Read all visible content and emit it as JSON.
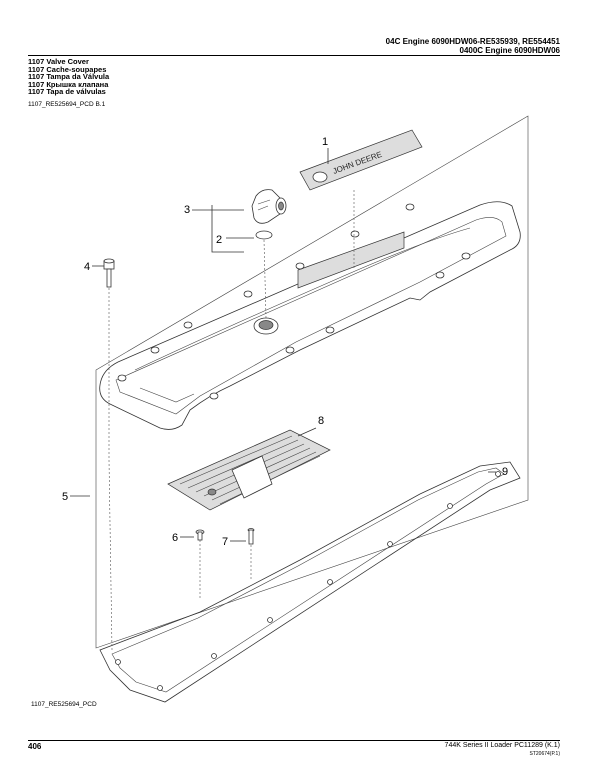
{
  "header": {
    "line1": "04C Engine 6090HDW06-RE535939, RE554451",
    "line2": "0400C Engine 6090HDW06"
  },
  "titles": [
    "1107 Valve Cover",
    "1107 Cache-soupapes",
    "1107 Tampa da Válvula",
    "1107 Крышка клапана",
    "1107 Tapa de válvulas"
  ],
  "figure_ref": "1107_RE525694_PCD B.1",
  "figure_code": "1107_RE525694_PCD",
  "callouts": [
    "1",
    "2",
    "3",
    "4",
    "5",
    "6",
    "7",
    "8",
    "9"
  ],
  "decal_text": "JOHN DEERE",
  "footer": {
    "page_number": "406",
    "publication": "744K Series II Loader   PC11289   (K.1)",
    "code": "ST20674(P.1)"
  }
}
